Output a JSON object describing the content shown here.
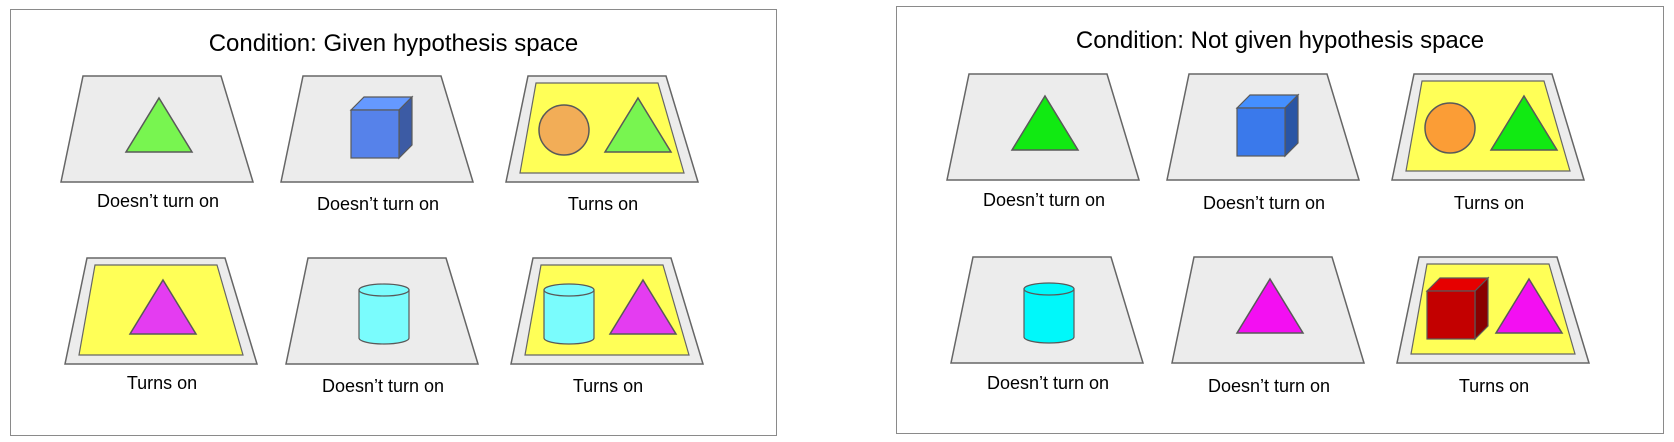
{
  "colors": {
    "platform": "#ececec",
    "platform_stroke": "#666666",
    "active_platform": "#ffff57",
    "shape_stroke": "#595959"
  },
  "panels": [
    {
      "title": "Condition: Given hypothesis space",
      "cards": [
        {
          "objects": [
            {
              "shape": "triangle",
              "color": "#78f550"
            }
          ],
          "active": false,
          "outcome": "Doesn’t turn on"
        },
        {
          "objects": [
            {
              "shape": "cube",
              "color": "#5682ea"
            }
          ],
          "active": false,
          "outcome": "Doesn’t turn on"
        },
        {
          "objects": [
            {
              "shape": "circle",
              "color": "#f2ad57"
            },
            {
              "shape": "triangle",
              "color": "#78f550"
            }
          ],
          "active": true,
          "outcome": "Turns on"
        },
        {
          "objects": [
            {
              "shape": "triangle",
              "color": "#e43cf1"
            }
          ],
          "active": true,
          "outcome": "Turns on"
        },
        {
          "objects": [
            {
              "shape": "cylinder",
              "color": "#7afcfd"
            }
          ],
          "active": false,
          "outcome": "Doesn’t turn on"
        },
        {
          "objects": [
            {
              "shape": "cylinder",
              "color": "#7afcfd"
            },
            {
              "shape": "triangle",
              "color": "#e43cf1"
            }
          ],
          "active": true,
          "outcome": "Turns on"
        }
      ]
    },
    {
      "title": "Condition: Not given hypothesis space",
      "cards": [
        {
          "objects": [
            {
              "shape": "triangle",
              "color": "#11ea12"
            }
          ],
          "active": false,
          "outcome": "Doesn’t turn on"
        },
        {
          "objects": [
            {
              "shape": "cube",
              "color": "#3a79eb"
            }
          ],
          "active": false,
          "outcome": "Doesn’t turn on"
        },
        {
          "objects": [
            {
              "shape": "circle",
              "color": "#fb9d36"
            },
            {
              "shape": "triangle",
              "color": "#11ea12"
            }
          ],
          "active": true,
          "outcome": "Turns on"
        },
        {
          "objects": [
            {
              "shape": "cylinder",
              "color": "#00f8fa"
            }
          ],
          "active": false,
          "outcome": "Doesn’t turn on"
        },
        {
          "objects": [
            {
              "shape": "triangle",
              "color": "#f30ff2"
            }
          ],
          "active": false,
          "outcome": "Doesn’t turn on"
        },
        {
          "objects": [
            {
              "shape": "cube",
              "color": "#c30000"
            },
            {
              "shape": "triangle",
              "color": "#f30ff2"
            }
          ],
          "active": true,
          "outcome": "Turns on"
        }
      ]
    }
  ]
}
